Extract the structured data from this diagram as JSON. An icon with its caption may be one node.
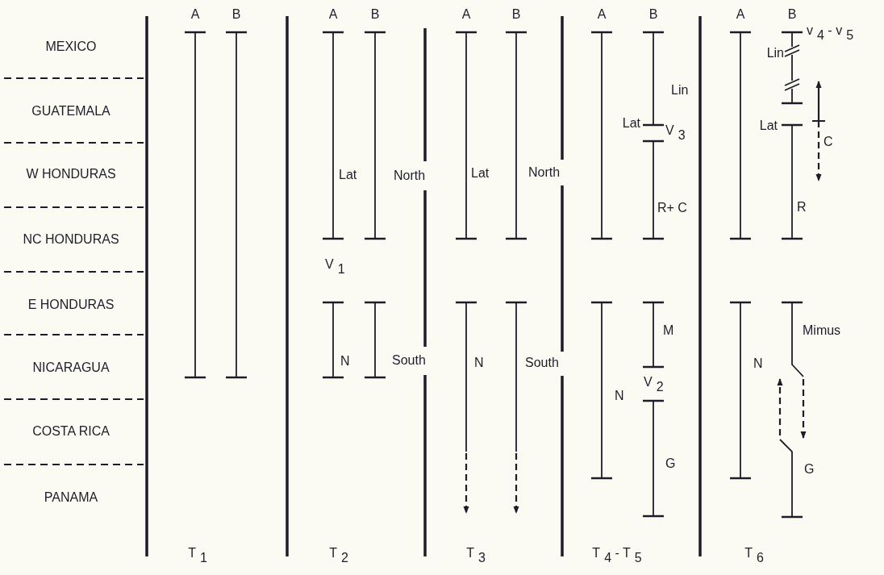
{
  "diagram": {
    "labels": [
      "A",
      "B",
      "A",
      "B",
      "A",
      "B",
      "A",
      "B",
      "A",
      "B",
      "MEXICO",
      "v$_{4}$ - v$_{5}$",
      "Lin",
      "Lin",
      "GUATEMALA",
      "Lat",
      "V$_{3}$",
      "Lat",
      "C",
      "W HONDURAS",
      "Lat",
      "North",
      "Lat",
      "North",
      "R+ C",
      "R",
      "NC HONDURAS",
      "V$_{1}$",
      "E HONDURAS",
      "M",
      "Mimus",
      "NICARAGUA",
      "N",
      "South",
      "N",
      "South",
      "N",
      "N",
      "V$_{2}$",
      "COSTA RICA",
      "G",
      "G",
      "PANAMA",
      "T$_{1}$",
      "T$_{2}$",
      "T$_{3}$",
      "T$_{4}$ - T$_{5}$",
      "T$_{6}$"
    ]
  }
}
